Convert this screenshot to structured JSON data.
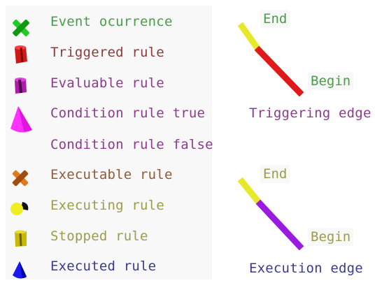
{
  "legend": {
    "items": [
      {
        "label": "Event ocurrence",
        "icon": "green-x-icon",
        "color": "#4a9c4a"
      },
      {
        "label": "Triggered rule",
        "icon": "red-cylinder-icon",
        "color": "#8e3a3a"
      },
      {
        "label": "Evaluable rule",
        "icon": "purple-cylinder-icon",
        "color": "#8e3a8e"
      },
      {
        "label": "Condition rule true",
        "icon": "magenta-cone-icon",
        "color": "#8e3a8e"
      },
      {
        "label": "Condition rule false",
        "icon": "",
        "color": "#8e3a8e"
      },
      {
        "label": "Executable rule",
        "icon": "orange-x-icon",
        "color": "#8e5a3a"
      },
      {
        "label": "Executing rule",
        "icon": "yellow-sphere-icon",
        "color": "#9c9c4a"
      },
      {
        "label": "Stopped rule",
        "icon": "olive-cylinder-icon",
        "color": "#9c9c4a"
      },
      {
        "label": "Executed rule",
        "icon": "blue-cone-icon",
        "color": "#3a3a8e"
      }
    ]
  },
  "edges": {
    "triggering": {
      "end_label": "End",
      "begin_label": "Begin",
      "caption": "Triggering edge",
      "end_color": "#e8e82a",
      "begin_color": "#e01a1a",
      "label_color": "#8e3a8e",
      "tag_color": "#4a9c4a"
    },
    "execution": {
      "end_label": "End",
      "begin_label": "Begin",
      "caption": "Execution edge",
      "end_color": "#e8e82a",
      "begin_color": "#9a1ae0",
      "label_color": "#3a3a8e",
      "tag_color": "#9c9c4a"
    }
  }
}
